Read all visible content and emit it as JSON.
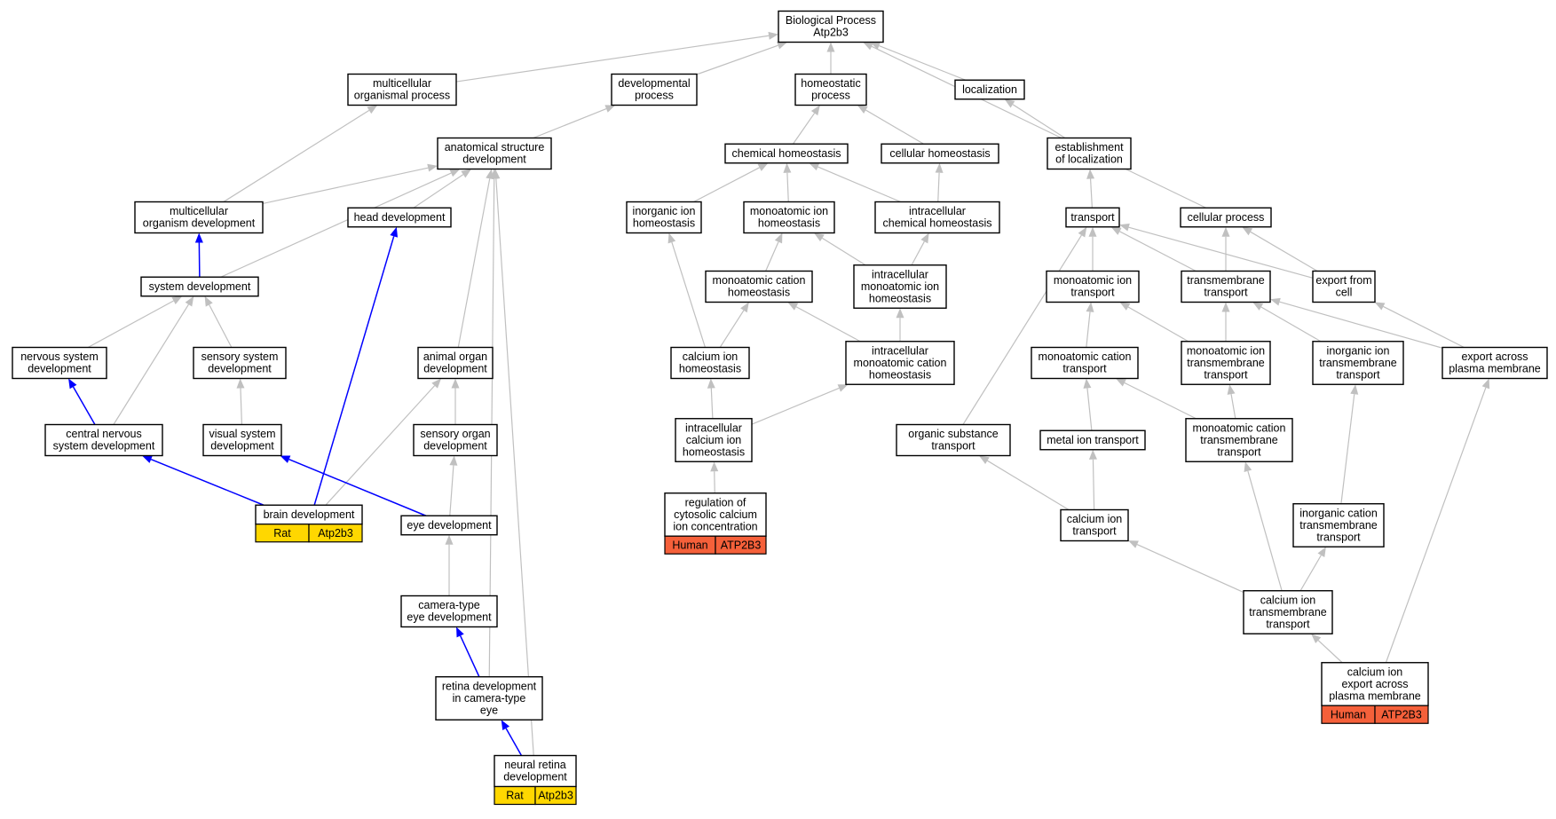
{
  "diagram": {
    "colors": {
      "edge_default": "#c0c0c0",
      "edge_highlight": "#0000ff",
      "species_rat": "#ffd700",
      "species_human": "#f5603a"
    },
    "nodes": [
      {
        "id": "bp",
        "label": [
          "Biological Process",
          "Atp2b3"
        ]
      },
      {
        "id": "mop",
        "label": [
          "multicellular",
          "organismal process"
        ]
      },
      {
        "id": "devp",
        "label": [
          "developmental",
          "process"
        ]
      },
      {
        "id": "homp",
        "label": [
          "homeostatic",
          "process"
        ]
      },
      {
        "id": "loc",
        "label": [
          "localization"
        ]
      },
      {
        "id": "asd",
        "label": [
          "anatomical structure",
          "development"
        ]
      },
      {
        "id": "chh",
        "label": [
          "chemical homeostasis"
        ]
      },
      {
        "id": "celh",
        "label": [
          "cellular homeostasis"
        ]
      },
      {
        "id": "eloc",
        "label": [
          "establishment",
          "of localization"
        ]
      },
      {
        "id": "mod",
        "label": [
          "multicellular",
          "organism development"
        ]
      },
      {
        "id": "hd",
        "label": [
          "head development"
        ]
      },
      {
        "id": "iih",
        "label": [
          "inorganic ion",
          "homeostasis"
        ]
      },
      {
        "id": "mih",
        "label": [
          "monoatomic ion",
          "homeostasis"
        ]
      },
      {
        "id": "ich",
        "label": [
          "intracellular",
          "chemical homeostasis"
        ]
      },
      {
        "id": "tr",
        "label": [
          "transport"
        ]
      },
      {
        "id": "cp",
        "label": [
          "cellular process"
        ]
      },
      {
        "id": "sd",
        "label": [
          "system development"
        ]
      },
      {
        "id": "mch",
        "label": [
          "monoatomic cation",
          "homeostasis"
        ]
      },
      {
        "id": "imih",
        "label": [
          "intracellular",
          "monoatomic ion",
          "homeostasis"
        ]
      },
      {
        "id": "mit",
        "label": [
          "monoatomic ion",
          "transport"
        ]
      },
      {
        "id": "tmt",
        "label": [
          "transmembrane",
          "transport"
        ]
      },
      {
        "id": "efc",
        "label": [
          "export from",
          "cell"
        ]
      },
      {
        "id": "nsd",
        "label": [
          "nervous system",
          "development"
        ]
      },
      {
        "id": "ssd",
        "label": [
          "sensory system",
          "development"
        ]
      },
      {
        "id": "aod",
        "label": [
          "animal organ",
          "development"
        ]
      },
      {
        "id": "cih",
        "label": [
          "calcium ion",
          "homeostasis"
        ]
      },
      {
        "id": "imch",
        "label": [
          "intracellular",
          "monoatomic cation",
          "homeostasis"
        ]
      },
      {
        "id": "mct",
        "label": [
          "monoatomic cation",
          "transport"
        ]
      },
      {
        "id": "mitt",
        "label": [
          "monoatomic ion",
          "transmembrane",
          "transport"
        ]
      },
      {
        "id": "iitt",
        "label": [
          "inorganic ion",
          "transmembrane",
          "transport"
        ]
      },
      {
        "id": "eapm",
        "label": [
          "export across",
          "plasma membrane"
        ]
      },
      {
        "id": "cnsd",
        "label": [
          "central nervous",
          "system development"
        ]
      },
      {
        "id": "vsd",
        "label": [
          "visual system",
          "development"
        ]
      },
      {
        "id": "sod",
        "label": [
          "sensory organ",
          "development"
        ]
      },
      {
        "id": "icih",
        "label": [
          "intracellular",
          "calcium ion",
          "homeostasis"
        ]
      },
      {
        "id": "ost",
        "label": [
          "organic substance",
          "transport"
        ]
      },
      {
        "id": "mett",
        "label": [
          "metal ion transport"
        ]
      },
      {
        "id": "mctt",
        "label": [
          "monoatomic cation",
          "transmembrane",
          "transport"
        ]
      },
      {
        "id": "bd",
        "label": [
          "brain development"
        ],
        "annotation": [
          "Rat",
          "Atp2b3"
        ]
      },
      {
        "id": "ed",
        "label": [
          "eye development"
        ]
      },
      {
        "id": "rcc",
        "label": [
          "regulation of",
          "cytosolic calcium",
          "ion concentration"
        ],
        "annotation": [
          "Human",
          "ATP2B3"
        ]
      },
      {
        "id": "cit",
        "label": [
          "calcium ion",
          "transport"
        ]
      },
      {
        "id": "ictt",
        "label": [
          "inorganic cation",
          "transmembrane",
          "transport"
        ]
      },
      {
        "id": "cted",
        "label": [
          "camera-type",
          "eye development"
        ]
      },
      {
        "id": "citt",
        "label": [
          "calcium ion",
          "transmembrane",
          "transport"
        ]
      },
      {
        "id": "rdce",
        "label": [
          "retina development",
          "in camera-type",
          "eye"
        ]
      },
      {
        "id": "cieapm",
        "label": [
          "calcium ion",
          "export across",
          "plasma membrane"
        ],
        "annotation": [
          "Human",
          "ATP2B3"
        ]
      },
      {
        "id": "nrd",
        "label": [
          "neural retina",
          "development"
        ],
        "annotation": [
          "Rat",
          "Atp2b3"
        ]
      }
    ],
    "edges": [
      {
        "from": "mop",
        "to": "bp"
      },
      {
        "from": "devp",
        "to": "bp"
      },
      {
        "from": "homp",
        "to": "bp"
      },
      {
        "from": "loc",
        "to": "bp"
      },
      {
        "from": "cp",
        "to": "bp"
      },
      {
        "from": "asd",
        "to": "devp"
      },
      {
        "from": "mod",
        "to": "mop"
      },
      {
        "from": "mod",
        "to": "asd"
      },
      {
        "from": "sd",
        "to": "mod",
        "highlight": true
      },
      {
        "from": "sd",
        "to": "asd"
      },
      {
        "from": "hd",
        "to": "asd"
      },
      {
        "from": "bd",
        "to": "hd",
        "highlight": true
      },
      {
        "from": "aod",
        "to": "asd"
      },
      {
        "from": "rdce",
        "to": "asd"
      },
      {
        "from": "nrd",
        "to": "asd"
      },
      {
        "from": "nsd",
        "to": "sd"
      },
      {
        "from": "ssd",
        "to": "sd"
      },
      {
        "from": "cnsd",
        "to": "sd"
      },
      {
        "from": "cnsd",
        "to": "nsd",
        "highlight": true
      },
      {
        "from": "vsd",
        "to": "ssd"
      },
      {
        "from": "bd",
        "to": "cnsd",
        "highlight": true
      },
      {
        "from": "bd",
        "to": "aod"
      },
      {
        "from": "sod",
        "to": "aod"
      },
      {
        "from": "ed",
        "to": "sod"
      },
      {
        "from": "ed",
        "to": "vsd",
        "highlight": true
      },
      {
        "from": "cted",
        "to": "ed"
      },
      {
        "from": "rdce",
        "to": "cted",
        "highlight": true
      },
      {
        "from": "nrd",
        "to": "rdce",
        "highlight": true
      },
      {
        "from": "chh",
        "to": "homp"
      },
      {
        "from": "celh",
        "to": "homp"
      },
      {
        "from": "iih",
        "to": "chh"
      },
      {
        "from": "mih",
        "to": "chh"
      },
      {
        "from": "ich",
        "to": "chh"
      },
      {
        "from": "ich",
        "to": "celh"
      },
      {
        "from": "mch",
        "to": "mih"
      },
      {
        "from": "imih",
        "to": "mih"
      },
      {
        "from": "imih",
        "to": "ich"
      },
      {
        "from": "cih",
        "to": "iih"
      },
      {
        "from": "cih",
        "to": "mch"
      },
      {
        "from": "imch",
        "to": "mch"
      },
      {
        "from": "imch",
        "to": "imih"
      },
      {
        "from": "icih",
        "to": "cih"
      },
      {
        "from": "icih",
        "to": "imch"
      },
      {
        "from": "rcc",
        "to": "icih"
      },
      {
        "from": "eloc",
        "to": "loc"
      },
      {
        "from": "tr",
        "to": "eloc"
      },
      {
        "from": "mit",
        "to": "tr"
      },
      {
        "from": "tmt",
        "to": "tr"
      },
      {
        "from": "efc",
        "to": "tr"
      },
      {
        "from": "ost",
        "to": "tr"
      },
      {
        "from": "tmt",
        "to": "cp"
      },
      {
        "from": "efc",
        "to": "cp"
      },
      {
        "from": "mct",
        "to": "mit"
      },
      {
        "from": "mitt",
        "to": "mit"
      },
      {
        "from": "mitt",
        "to": "tmt"
      },
      {
        "from": "iitt",
        "to": "tmt"
      },
      {
        "from": "eapm",
        "to": "tmt"
      },
      {
        "from": "eapm",
        "to": "efc"
      },
      {
        "from": "mett",
        "to": "mct"
      },
      {
        "from": "mctt",
        "to": "mct"
      },
      {
        "from": "mctt",
        "to": "mitt"
      },
      {
        "from": "ictt",
        "to": "iitt"
      },
      {
        "from": "cit",
        "to": "mett"
      },
      {
        "from": "cit",
        "to": "ost"
      },
      {
        "from": "citt",
        "to": "cit"
      },
      {
        "from": "citt",
        "to": "mctt"
      },
      {
        "from": "citt",
        "to": "ictt"
      },
      {
        "from": "cieapm",
        "to": "citt"
      },
      {
        "from": "cieapm",
        "to": "eapm"
      }
    ]
  }
}
